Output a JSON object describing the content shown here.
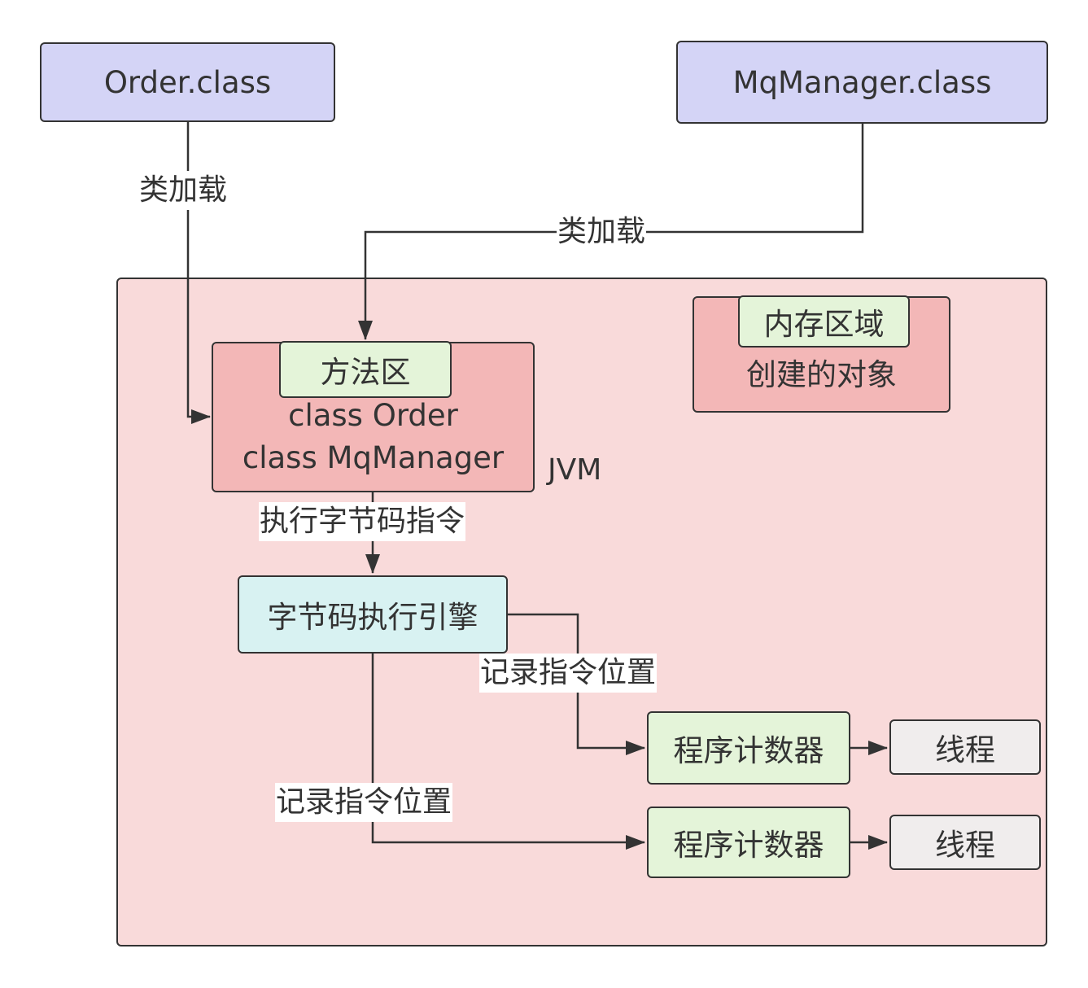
{
  "nodes": {
    "order_class": "Order.class",
    "mqmanager_class": "MqManager.class",
    "jvm_label": "JVM",
    "method_area_title": "方法区",
    "method_area_line1": "class Order",
    "method_area_line2": "class MqManager",
    "heap_title": "内存区域",
    "heap_content": "创建的对象",
    "engine": "字节码执行引擎",
    "pc1": "程序计数器",
    "pc2": "程序计数器",
    "thread1": "线程",
    "thread2": "线程"
  },
  "edges": {
    "order_load": "类加载",
    "mq_load": "类加载",
    "execute": "执行字节码指令",
    "record1": "记录指令位置",
    "record2": "记录指令位置"
  }
}
